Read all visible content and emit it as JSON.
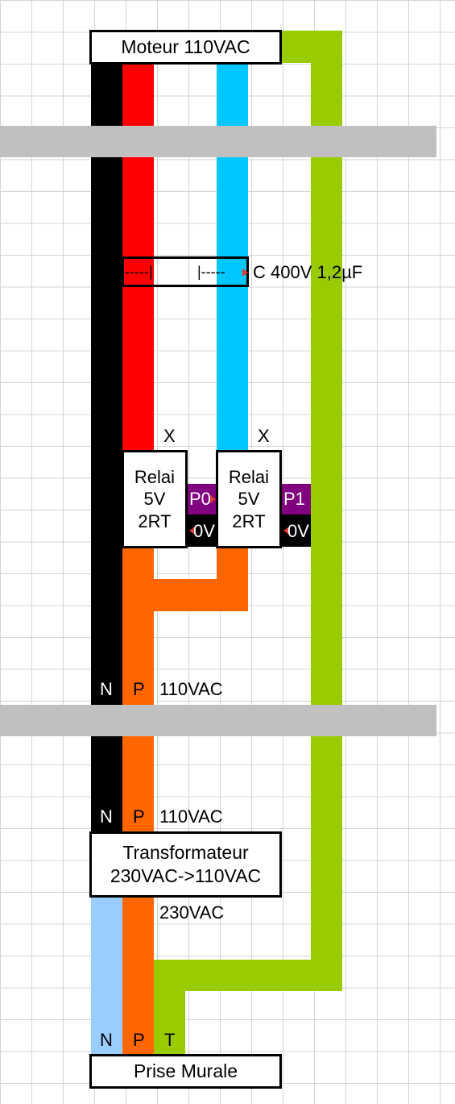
{
  "motor_label": "Moteur 110VAC",
  "capacitor": {
    "left_symbol": "-----|",
    "right_symbol": "|-----",
    "label": "C 400V 1,2µF"
  },
  "relay1": {
    "line1": "Relai",
    "line2": "5V",
    "line3": "2RT",
    "mark": "X",
    "pin_p": "P0",
    "pin_0v": "0V"
  },
  "relay2": {
    "line1": "Relai",
    "line2": "5V",
    "line3": "2RT",
    "mark": "X",
    "pin_p": "P1",
    "pin_0v": "0V"
  },
  "upper_terminals": {
    "n": "N",
    "p": "P",
    "voltage": "110VAC"
  },
  "lower_terminals": {
    "n": "N",
    "p": "P",
    "voltage": "110VAC"
  },
  "transformer": {
    "line1": "Transformateur",
    "line2": "230VAC->110VAC"
  },
  "input_voltage": "230VAC",
  "wall_terminals": {
    "n": "N",
    "p": "P",
    "t": "T"
  },
  "wall_socket_label": "Prise Murale",
  "colors": {
    "neutral": "#000000",
    "phase": "#ff0000",
    "motor_aux": "#00c8ff",
    "earth": "#99cc00",
    "phase_110": "#ff6600",
    "neutral_230": "#99ccff",
    "relay_pin": "#800080",
    "separator": "#c0c0c0"
  }
}
